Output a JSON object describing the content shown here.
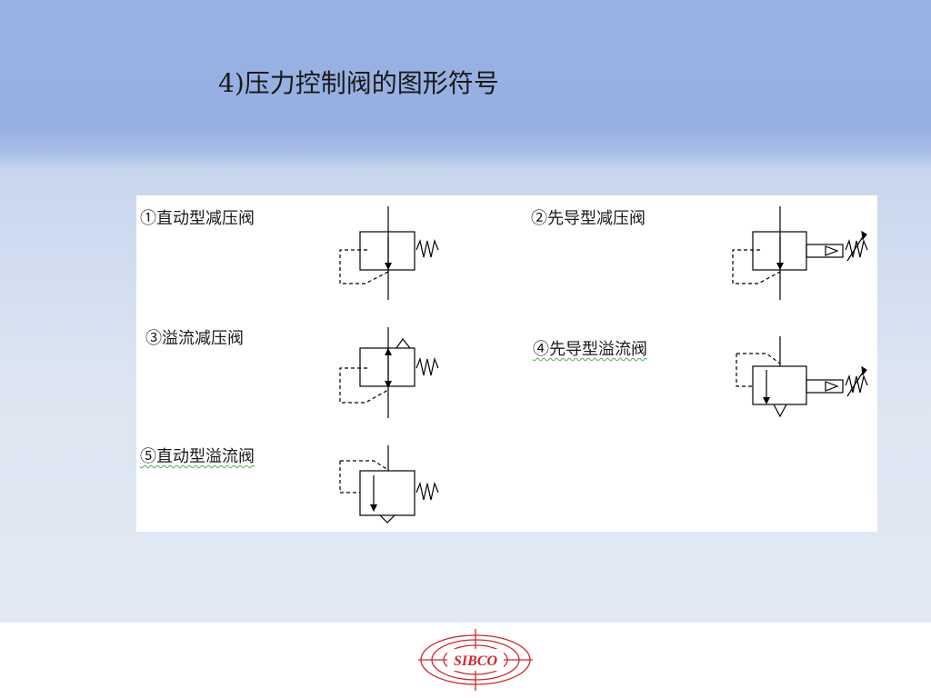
{
  "slide": {
    "title": "4)压力控制阀的图形符号"
  },
  "symbols": [
    {
      "label": "①直动型减压阀"
    },
    {
      "label": "②先导型减压阀"
    },
    {
      "label": "③溢流减压阀"
    },
    {
      "label": "④先导型溢流阀"
    },
    {
      "label": "⑤直动型溢流阀"
    }
  ],
  "logo": {
    "text": "SIBCO",
    "color": "#d0262b"
  }
}
